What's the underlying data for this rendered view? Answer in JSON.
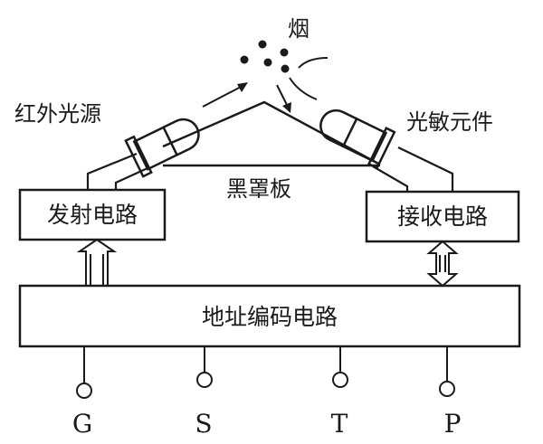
{
  "labels": {
    "smoke": "烟",
    "infrared_source": "红外光源",
    "photosensitive_element": "光敏元件",
    "black_cover_plate": "黑罩板",
    "emitter_circuit": "发射电路",
    "receiver_circuit": "接收电路",
    "address_encoding_circuit": "地址编码电路"
  },
  "pins": [
    "G",
    "S",
    "T",
    "P"
  ],
  "colors": {
    "ink": "#1a1a1a",
    "paper": "#ffffff"
  }
}
